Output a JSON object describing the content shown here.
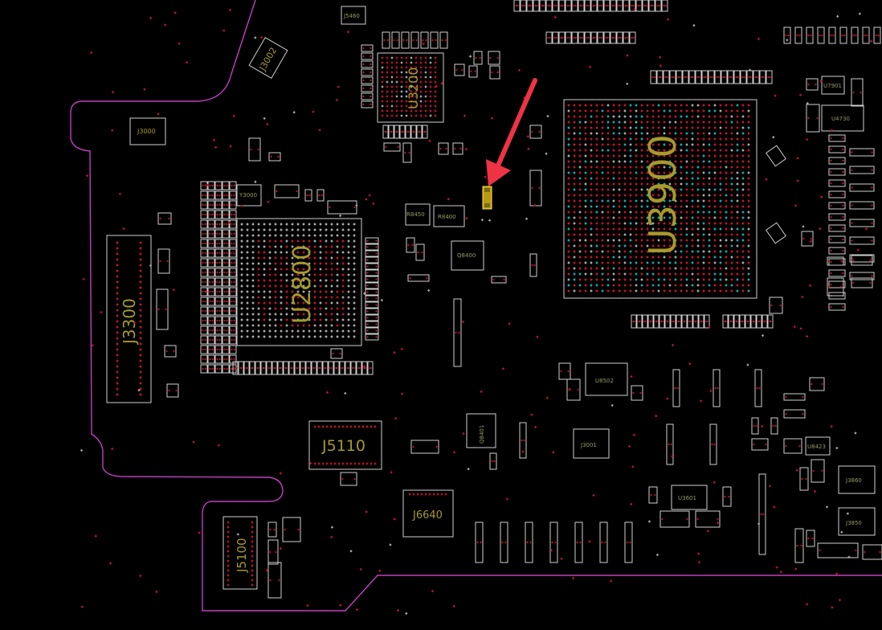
{
  "colors": {
    "background": "#000000",
    "board_outline": "#c040c0",
    "component_outline": "#cfcfcf",
    "label": "#a69a2a",
    "pad_red": "#c0152c",
    "pad_cyan": "#1aa8a8",
    "highlight": "#b89a10",
    "arrow": "#ee3344"
  },
  "components": {
    "u3900": "U3900",
    "u2800": "U2800",
    "u3200": "U3200",
    "j3300": "J3300",
    "j5110": "J5110",
    "j5100": "J5100",
    "j6640": "J6640",
    "j3002": "J3002",
    "j3000": "J3000",
    "y3000": "Y3000",
    "u8502": "U8502",
    "j3001": "J3001",
    "j3860": "J3860",
    "j3850": "J3850",
    "q8400": "Q8400",
    "q8401": "Q8401",
    "r8400": "R8400",
    "r8450": "R8450",
    "u4730": "U4730",
    "u7901": "U7901",
    "j5460": "J5460",
    "u8423": "U8423",
    "u3601": "U3601"
  },
  "highlight": {
    "icon": "arrow-pointer"
  }
}
